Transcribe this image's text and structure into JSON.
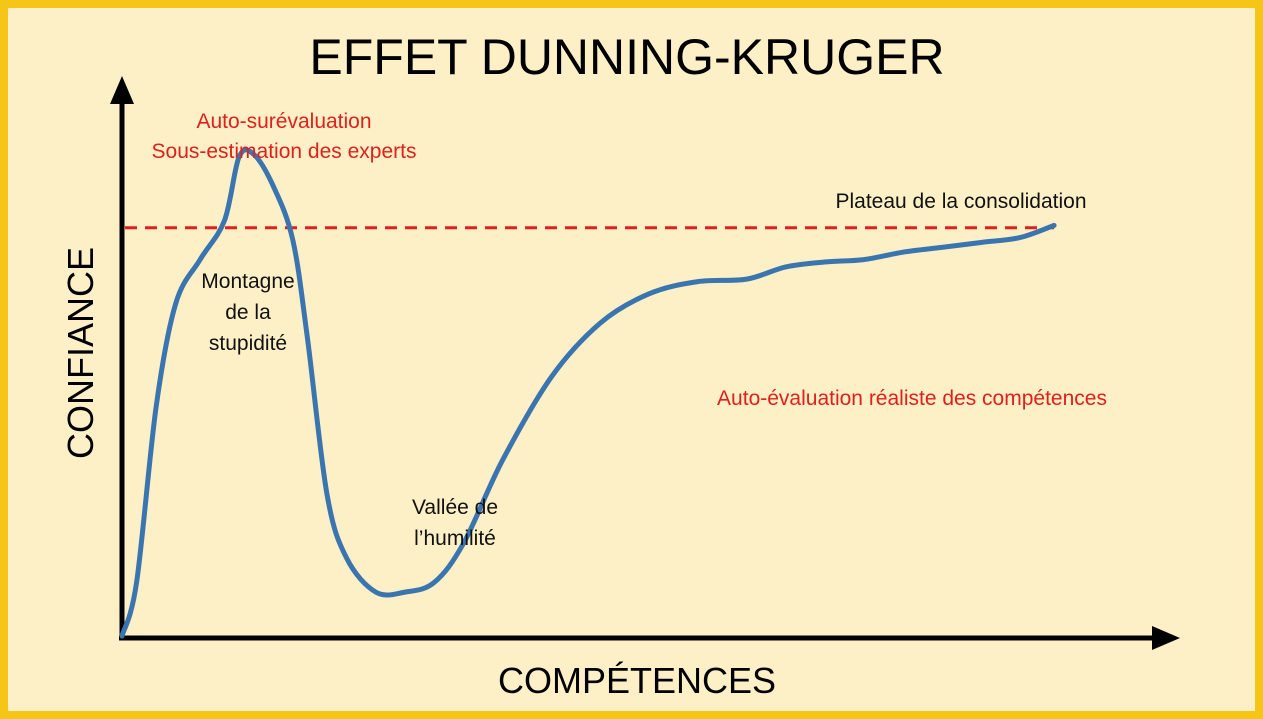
{
  "colors": {
    "border": "#f5c518",
    "background": "#fdf0c7",
    "curve": "#3a75b0",
    "reference_line": "#e0201c",
    "red_text": "#e0201c"
  },
  "chart_data": {
    "type": "line",
    "title": "EFFET DUNNING-KRUGER",
    "xlabel": "COMPÉTENCES",
    "ylabel": "CONFIANCE",
    "xlim": [
      0,
      100
    ],
    "ylim": [
      0,
      100
    ],
    "axis_ticks": "none",
    "grid": false,
    "series": [
      {
        "x": [
          0,
          1.5,
          3.5,
          5.5,
          8,
          10.5,
          12,
          13.5,
          15.5,
          17.5,
          19,
          21,
          23,
          26,
          29,
          32,
          35,
          39,
          44,
          49,
          54,
          59,
          64,
          68,
          72,
          76,
          80,
          84,
          88,
          92,
          95.5
        ],
        "y": [
          1,
          12,
          48,
          69,
          78,
          86,
          99,
          99.5,
          93,
          82,
          62,
          30,
          17,
          10,
          10,
          12,
          20,
          37,
          54,
          65,
          71,
          73.5,
          74,
          76.5,
          77.5,
          78,
          79.5,
          80.5,
          81.5,
          82.5,
          85
        ]
      }
    ],
    "reference_line": {
      "y": 84.5,
      "style": "dashed"
    },
    "annotations": [
      {
        "lines": [
          "Auto-surévaluation",
          "Sous-estimation des experts"
        ],
        "color": "red"
      },
      {
        "lines": [
          "Montagne",
          "de la",
          "stupidité"
        ],
        "color": "black"
      },
      {
        "lines": [
          "Vallée de",
          "l’humilité"
        ],
        "color": "black"
      },
      {
        "lines": [
          "Auto-évaluation réaliste des compétences"
        ],
        "color": "red"
      },
      {
        "lines": [
          "Plateau de la consolidation"
        ],
        "color": "black"
      }
    ]
  }
}
